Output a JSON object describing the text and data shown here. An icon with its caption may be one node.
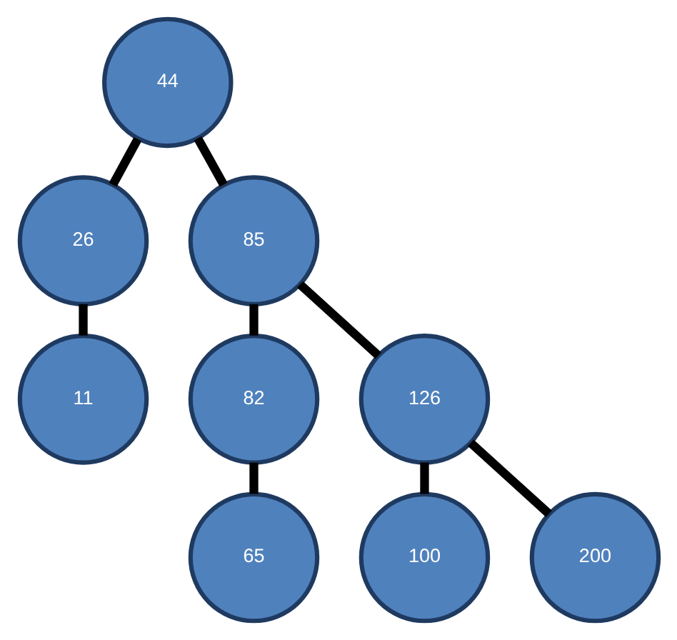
{
  "diagram": {
    "nodes": [
      {
        "text": [
          "44"
        ]
      },
      {
        "text": [
          "26"
        ]
      },
      {
        "text": [
          "85"
        ]
      },
      {
        "text": [
          "11"
        ]
      },
      {
        "text": [
          "82"
        ]
      },
      {
        "text": [
          "126"
        ]
      },
      {
        "text": [
          "65"
        ]
      },
      {
        "text": [
          "100"
        ]
      },
      {
        "text": [
          "200"
        ]
      }
    ],
    "edges": [
      {
        "from": 0,
        "to": 1,
        "arrow": "none"
      },
      {
        "from": 0,
        "to": 2,
        "arrow": "none"
      },
      {
        "from": 1,
        "to": 3,
        "arrow": "none"
      },
      {
        "from": 2,
        "to": 4,
        "arrow": "none"
      },
      {
        "from": 2,
        "to": 5,
        "arrow": "none"
      },
      {
        "from": 4,
        "to": 6,
        "arrow": "none"
      },
      {
        "from": 5,
        "to": 7,
        "arrow": "none"
      },
      {
        "from": 5,
        "to": 8,
        "arrow": "none"
      }
    ]
  }
}
